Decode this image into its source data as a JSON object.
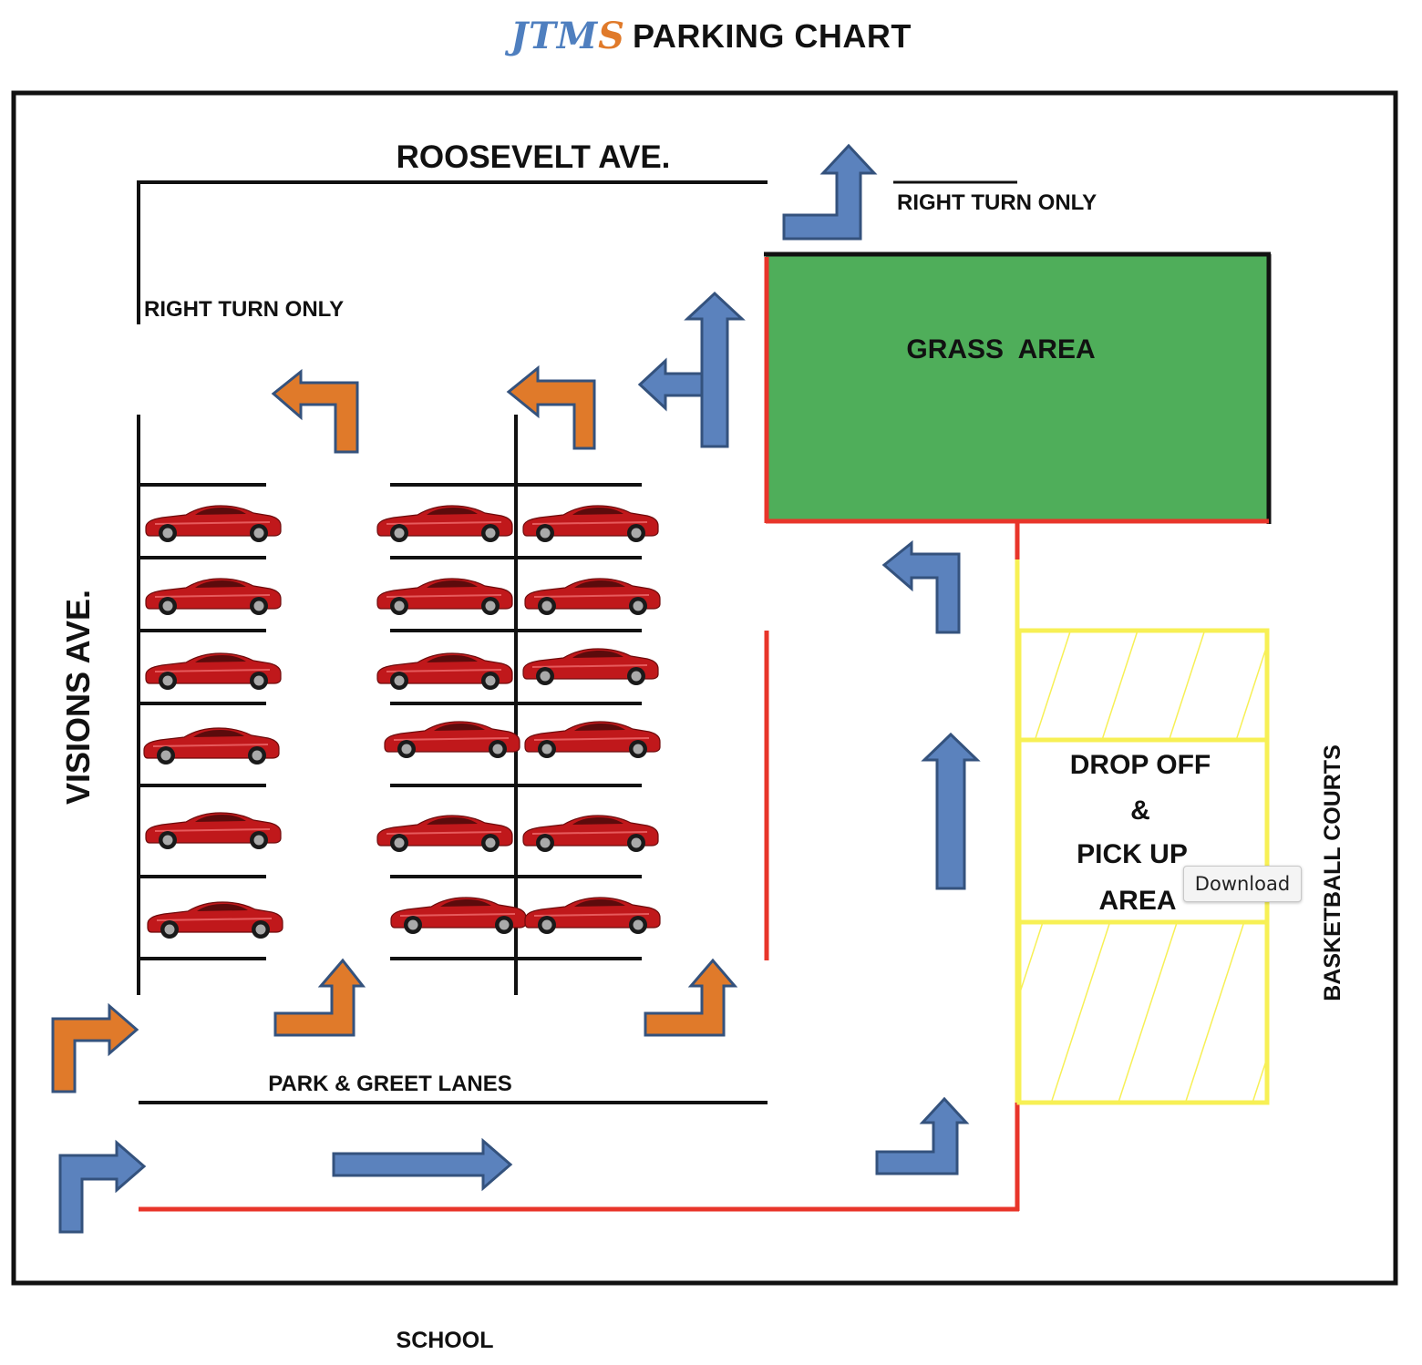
{
  "logo": {
    "text": "JTMS",
    "colors": [
      "#4f7fbf",
      "#e07a2a"
    ]
  },
  "title": "PARKING CHART",
  "labels": {
    "roosevelt": "ROOSEVELT AVE.",
    "right_turn_top": "RIGHT TURN ONLY",
    "right_turn_left": "RIGHT TURN ONLY",
    "grass": "GRASS  AREA",
    "visions": "VISIONS AVE.",
    "drop_off_1": "DROP OFF",
    "drop_off_2": "&",
    "drop_off_3": "PICK UP",
    "drop_off_4": "AREA",
    "basketball": "BASKETBALL COURTS",
    "park_greet": "PARK & GREET LANES",
    "school": "SCHOOL"
  },
  "colors": {
    "grass": "#4fae5a",
    "arrow_blue": "#5b82bd",
    "arrow_orange": "#e07a2a",
    "arrow_outline": "#34527d",
    "red_line": "#e8352a",
    "yellow_line": "#f7f055",
    "car": "#c0181b"
  },
  "download_button": {
    "label": "Download"
  }
}
